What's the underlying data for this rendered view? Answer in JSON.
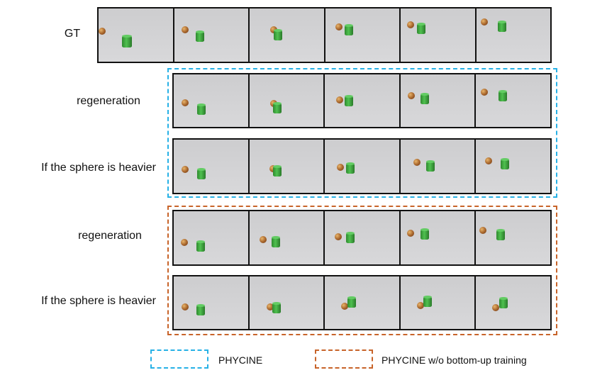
{
  "colors": {
    "phycine": "#27b1e6",
    "ablation": "#c8642a"
  },
  "rows": [
    {
      "label": "GT",
      "frames": [
        {
          "s": [
            0.05,
            0.43
          ],
          "c": [
            0.38,
            0.63
          ],
          "big": true
        },
        {
          "s": [
            0.15,
            0.4
          ],
          "c": [
            0.35,
            0.53
          ]
        },
        {
          "s": [
            0.33,
            0.4
          ],
          "c": [
            0.38,
            0.5
          ]
        },
        {
          "s": [
            0.19,
            0.34
          ],
          "c": [
            0.32,
            0.41
          ]
        },
        {
          "s": [
            0.13,
            0.3
          ],
          "c": [
            0.28,
            0.38
          ]
        },
        {
          "s": [
            0.11,
            0.25
          ],
          "c": [
            0.35,
            0.35
          ]
        }
      ]
    },
    {
      "label": "regeneration",
      "frames": [
        {
          "s": [
            0.15,
            0.54
          ],
          "c": [
            0.37,
            0.67
          ]
        },
        {
          "s": [
            0.33,
            0.55
          ],
          "c": [
            0.38,
            0.65
          ]
        },
        {
          "s": [
            0.2,
            0.48
          ],
          "c": [
            0.32,
            0.52
          ]
        },
        {
          "s": [
            0.15,
            0.41
          ],
          "c": [
            0.33,
            0.47
          ]
        },
        {
          "s": [
            0.11,
            0.34
          ],
          "c": [
            0.36,
            0.42
          ]
        }
      ]
    },
    {
      "label": "If the sphere is heavier",
      "frames": [
        {
          "s": [
            0.15,
            0.56
          ],
          "c": [
            0.37,
            0.65
          ]
        },
        {
          "s": [
            0.32,
            0.55
          ],
          "c": [
            0.38,
            0.6
          ]
        },
        {
          "s": [
            0.21,
            0.52
          ],
          "c": [
            0.34,
            0.55
          ]
        },
        {
          "s": [
            0.22,
            0.43
          ],
          "c": [
            0.4,
            0.5
          ]
        },
        {
          "s": [
            0.17,
            0.4
          ],
          "c": [
            0.39,
            0.47
          ]
        }
      ]
    },
    {
      "label": "regeneration",
      "frames": [
        {
          "s": [
            0.14,
            0.59
          ],
          "c": [
            0.36,
            0.66
          ]
        },
        {
          "s": [
            0.19,
            0.53
          ],
          "c": [
            0.36,
            0.58
          ]
        },
        {
          "s": [
            0.18,
            0.48
          ],
          "c": [
            0.34,
            0.51
          ]
        },
        {
          "s": [
            0.14,
            0.41
          ],
          "c": [
            0.33,
            0.44
          ]
        },
        {
          "s": [
            0.09,
            0.36
          ],
          "c": [
            0.33,
            0.45
          ]
        }
      ]
    },
    {
      "label": "If the sphere is heavier",
      "frames": [
        {
          "s": [
            0.15,
            0.58
          ],
          "c": [
            0.36,
            0.65
          ]
        },
        {
          "s": [
            0.28,
            0.58
          ],
          "c": [
            0.37,
            0.61
          ]
        },
        {
          "s": [
            0.27,
            0.57
          ],
          "c": [
            0.36,
            0.5
          ]
        },
        {
          "s": [
            0.27,
            0.55
          ],
          "c": [
            0.37,
            0.48
          ]
        },
        {
          "s": [
            0.26,
            0.59
          ],
          "c": [
            0.37,
            0.51
          ]
        }
      ]
    }
  ],
  "legend": [
    {
      "label": "PHYCINE"
    },
    {
      "label": "PHYCINE w/o bottom-up training"
    }
  ]
}
